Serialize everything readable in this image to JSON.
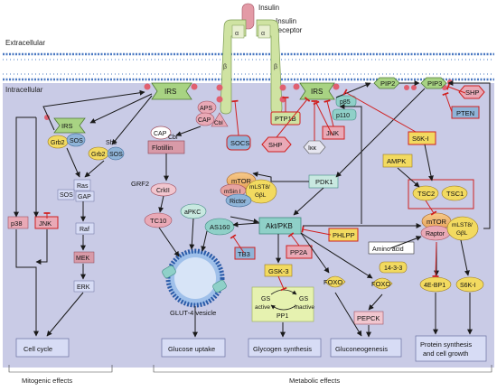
{
  "membrane": {
    "extracellular": "Extracellular",
    "intracellular": "Intracellular"
  },
  "receptor": {
    "insulin": "Insulin",
    "receptor_line1": "Insulin",
    "receptor_line2": "receptor",
    "alpha": "α",
    "beta": "β"
  },
  "phospho": "P",
  "nodes": {
    "irs_top_left": "IRS",
    "irs_top_right": "IRS",
    "irs_mid": "IRS",
    "aps": "APS",
    "cap_top": "CAP",
    "cbl_top": "Cbl",
    "socs": "SOCS",
    "ptp1b": "PTP1B",
    "shp_mid": "SHP",
    "ikk": "Iκκ",
    "jnk_mid": "JNK",
    "p85": "p85",
    "p110": "p110",
    "pip2": "PIP2",
    "pip3": "PIP3",
    "shp_right": "SHP",
    "pten": "PTEN",
    "s6k_mid": "S6K-I",
    "grb2_a": "Grb2",
    "sos_a": "SOS",
    "shc": "Shc",
    "grb2_b": "Grb2",
    "sos_b": "SOS",
    "ras": "Ras",
    "sos_gap": "SOS",
    "gap": "GAP",
    "raf": "Raf",
    "mek": "MEK",
    "erk": "ERK",
    "p38": "p38",
    "jnk_left": "JNK",
    "cap_flot": "CAP",
    "cbl_flot": "Cbl",
    "flotillin": "Flotillin",
    "grf2": "GRF2",
    "crkii": "CrkII",
    "tc10": "TC10",
    "mtor_c2": "mTOR",
    "msin1": "mSin I",
    "mlst8_c2": "mLST8/",
    "gbl_c2": "GβL",
    "rictor": "Rictor",
    "pdk1": "PDK1",
    "akt": "Akt/PKB",
    "apkc": "aPKC",
    "as160": "AS160",
    "tb3": "TB3",
    "phlpp": "PHLPP",
    "pp2a": "PP2A",
    "ampk": "AMPK",
    "tsc2": "TSC2",
    "tsc1": "TSC1",
    "mtor_c1": "mTOR",
    "raptor": "Raptor",
    "mlst8_c1": "mLST8/",
    "gbl_c1": "GβL",
    "amino_acid": "Amino acid",
    "protein_1433": "14-3-3",
    "gsk3": "GSK-3",
    "gs_active": "GS",
    "gs_inactive": "GS",
    "active": "active",
    "inactive": "inactive",
    "pp1": "PP1",
    "foxo_a": "FOXO",
    "foxo_b": "FOXO",
    "pepck": "PEPCK",
    "ebp1": "4E-BP1",
    "s6k_right": "S6K-I",
    "glut4": "GLUT-4 vesicle"
  },
  "outcomes": [
    "Cell cycle",
    "Glucose uptake",
    "Glycogen synthesis",
    "Gluconeogenesis",
    "Protein synthesis",
    "and cell growth"
  ],
  "groups": {
    "mitogenic": "Mitogenic effects",
    "metabolic": "Metabolic effects"
  },
  "colors": {
    "cell_bg": "#c9cbe6",
    "membrane": "#4a78c2",
    "receptor": "#cfe3a2",
    "irs_green": "#a8d383",
    "pink": "#e9a9b6",
    "yellow": "#f2da60",
    "outcome_fill": "#d7dcf5",
    "arrow": "#1a1a1a",
    "inhibit": "#d02020"
  }
}
